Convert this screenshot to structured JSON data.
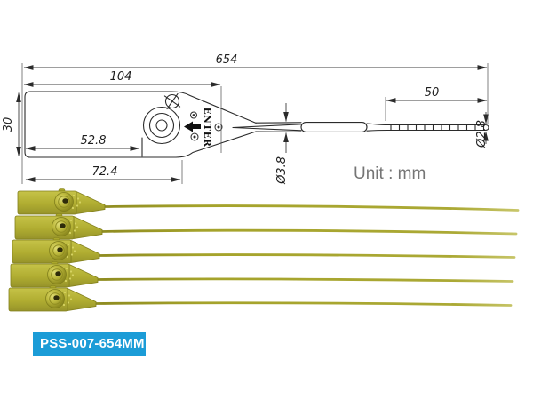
{
  "product": {
    "label_text": "PSS-007-654MM",
    "label_bg_color": "#1b9cd7",
    "label_text_color": "#ffffff"
  },
  "drawing": {
    "unit_label": "Unit : mm",
    "embossed_text": "ENTER",
    "dims": {
      "overall_length": "654",
      "head_length": "104",
      "tail_length": "50",
      "head_height": "30",
      "lock_center_offset": "52.8",
      "flag_length": "72.4",
      "strap_diameter": "Ø3.8",
      "tip_diameter": "Ø2.8"
    }
  },
  "photo": {
    "seal_count": 5,
    "seal_color": "#aeab2e"
  }
}
